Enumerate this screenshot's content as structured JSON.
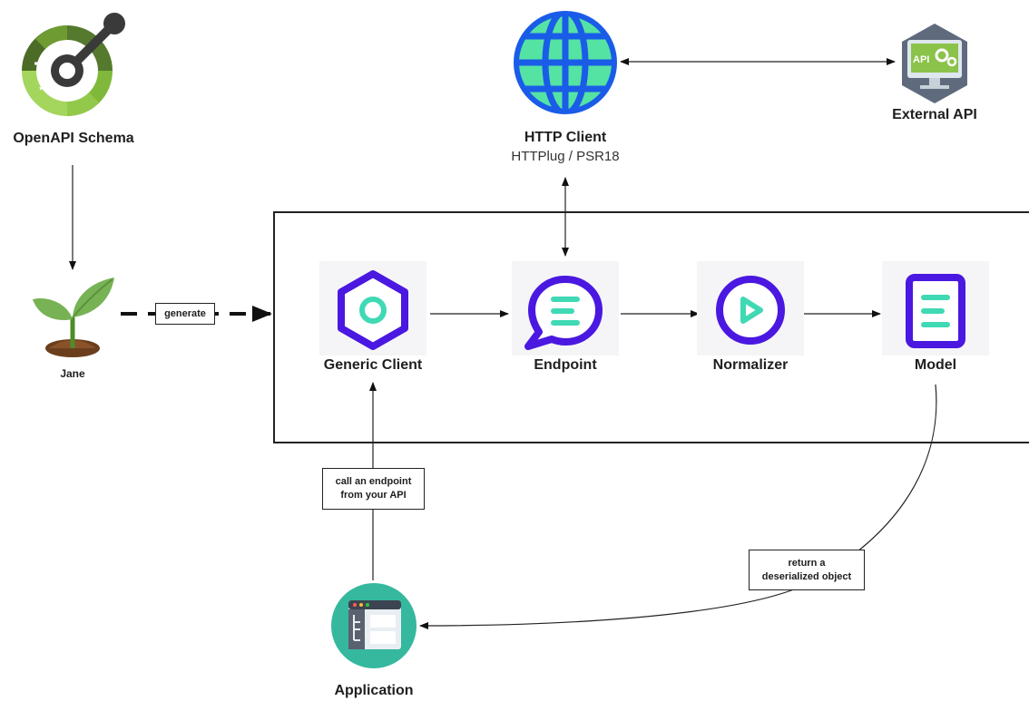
{
  "nodes": {
    "openapi": {
      "label": "OpenAPI Schema",
      "icon": "openapi-logo-icon"
    },
    "jane": {
      "label": "Jane",
      "icon": "sprout-icon"
    },
    "http_client": {
      "label": "HTTP Client",
      "sublabel": "HTTPlug / PSR18",
      "icon": "globe-icon"
    },
    "external_api": {
      "label": "External API",
      "icon": "api-monitor-icon"
    },
    "generic_client": {
      "label": "Generic Client",
      "icon": "hexagon-icon"
    },
    "endpoint": {
      "label": "Endpoint",
      "icon": "chat-bubble-icon"
    },
    "normalizer": {
      "label": "Normalizer",
      "icon": "play-circle-icon"
    },
    "model": {
      "label": "Model",
      "icon": "document-icon"
    },
    "application": {
      "label": "Application",
      "icon": "app-window-icon"
    }
  },
  "edges": {
    "generate": {
      "label": "generate"
    },
    "call": {
      "line1": "call an endpoint",
      "line2": "from your API"
    },
    "return": {
      "line1": "return a",
      "line2": "deserialized object"
    }
  },
  "colors": {
    "purple": "#4a18e0",
    "teal": "#3fd9b4",
    "globe_blue": "#1a5ce8",
    "globe_green": "#55e3a4",
    "openapi_green": "#6aa52f",
    "app_teal": "#35b89e"
  }
}
